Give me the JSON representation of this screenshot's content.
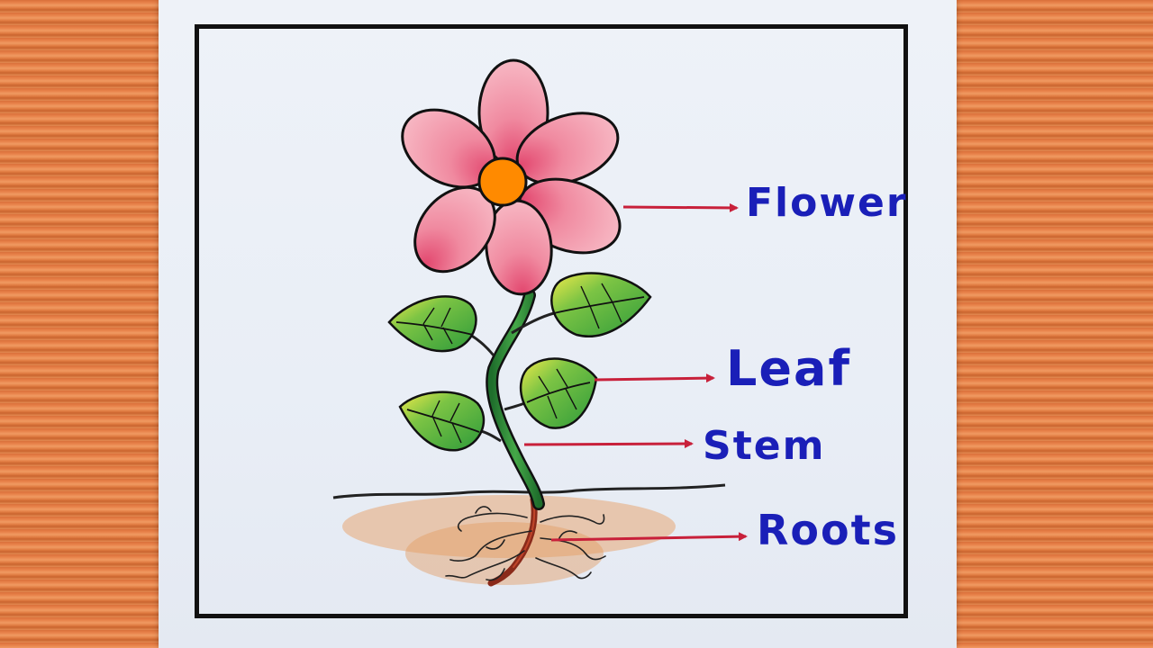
{
  "labels": {
    "flower": "Flower",
    "leaf": "Leaf",
    "stem": "Stem",
    "roots": "Roots"
  },
  "colors": {
    "label_text": "#1a1fb8",
    "arrow": "#c8203a",
    "petal": "#f19aac",
    "center": "#ff8a00",
    "leaf": "#3fa83c",
    "stem": "#2f8f3a",
    "soil": "#e7a874",
    "root": "#8a2a1a",
    "frame": "#111111",
    "background": "#e07a40"
  }
}
